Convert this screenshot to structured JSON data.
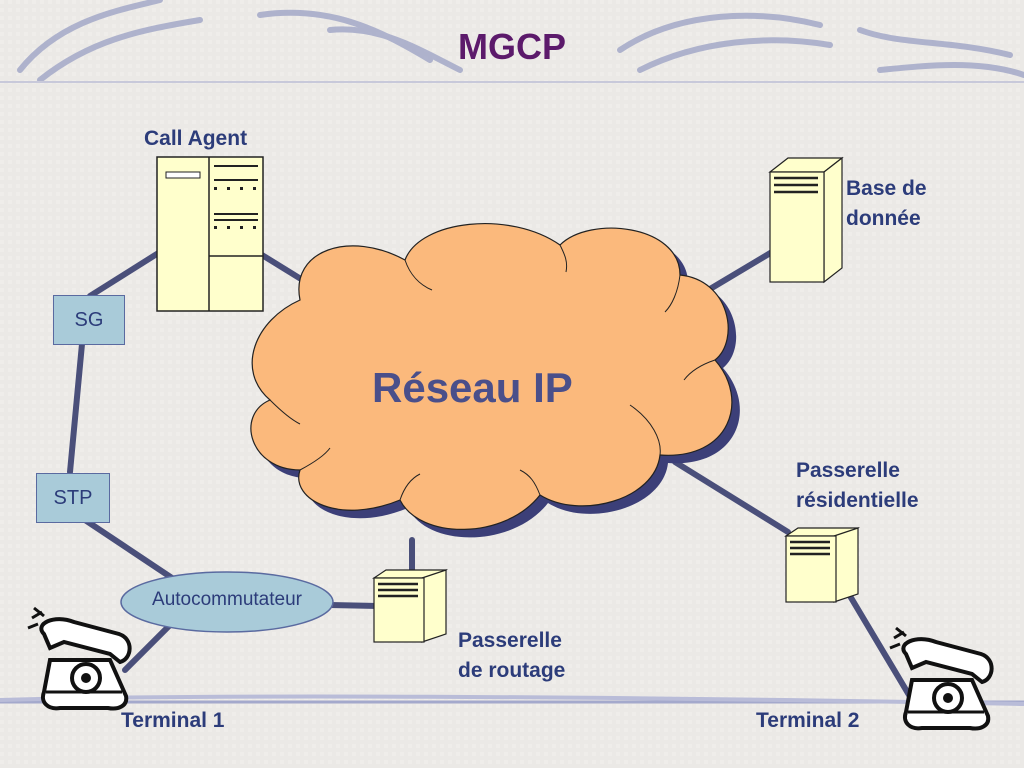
{
  "title": "MGCP",
  "nodes": {
    "call_agent": "Call Agent",
    "base_de_donnee": [
      "Base de",
      "donnée"
    ],
    "sg": "SG",
    "stp": "STP",
    "reseau_ip": "Réseau IP",
    "passerelle_residentielle": [
      "Passerelle",
      "résidentielle"
    ],
    "autocommutateur": "Autocommutateur",
    "passerelle_routage": [
      "Passerelle",
      "de routage"
    ],
    "terminal_1": "Terminal 1",
    "terminal_2": "Terminal 2"
  },
  "colors": {
    "title": "#5c1a6b",
    "label": "#2c3c7a",
    "cloud_fill": "#fbb97c",
    "link": "#4a4f7a",
    "box_fill": "#a9cbd9",
    "server_fill": "#ffffcc"
  }
}
